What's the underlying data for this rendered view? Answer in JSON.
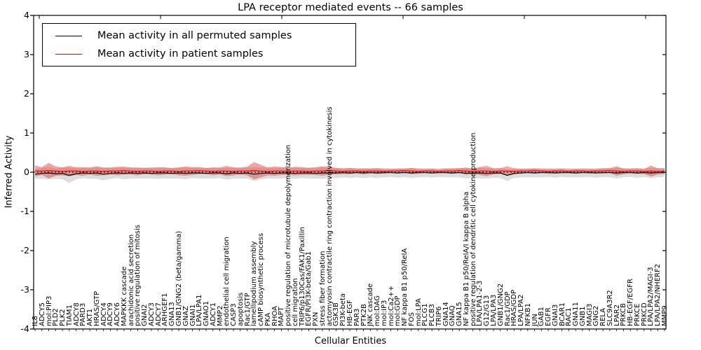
{
  "title": "LPA receptor mediated events -- 66 samples",
  "axes": {
    "ylabel": "Inferred Activity",
    "xlabel": "Cellular Entities",
    "yticks": [
      "4",
      "3",
      "2",
      "1",
      "0",
      "-1",
      "-2",
      "-3",
      "-4"
    ],
    "ylim": [
      -4,
      4
    ]
  },
  "legend": {
    "items": [
      {
        "label": "Mean activity in all permuted samples",
        "color": "#000000"
      },
      {
        "label": "Mean activity in patient samples",
        "color": "#ff0000"
      }
    ]
  },
  "chart_data": {
    "type": "line",
    "title": "LPA receptor mediated events -- 66 samples",
    "xlabel": "Cellular Entities",
    "ylabel": "Inferred Activity",
    "ylim": [
      -4,
      4
    ],
    "grid": false,
    "legend_position": "upper left",
    "zero_line": true,
    "categories": [
      "IL8",
      "ADCY5",
      "mol:PIP3",
      "PLD2",
      "PLK2",
      "TIAM1",
      "ADCY8",
      "PARD3",
      "AKT1",
      "HRAS/GTP",
      "ADCY4",
      "ADCY9",
      "ADCY6",
      "MAPKKK cascade",
      "arachidonic acid secretion",
      "positive regulation of mitosis",
      "GNAI2",
      "ADCY3",
      "ADCY7",
      "ARHGEF1",
      "GNA13",
      "GNB1/GNG2 (beta/gamma)",
      "GNAZ",
      "GNAI1",
      "LPA/LPA1",
      "GNAO1",
      "ADCY1",
      "MMP2",
      "endothelial cell migration",
      "CASP3",
      "apoptosis",
      "Rac1/GTP",
      "lamellipodium assembly",
      "cAMP biosynthetic process",
      "PKA",
      "RHOA",
      "MAPT",
      "positive regulation of microtubule depolymerization",
      "cell migration",
      "TRIP6/p130Cas/FAK1/Paxillin",
      "EGFR/PI3K-beta/Gab1",
      "PXN",
      "stress fiber formation",
      "actomyosin contractile ring contraction involved in cytokinesis",
      "GSK3B",
      "PI3K-beta",
      "HB-EGF",
      "PAR3",
      "PTK2B",
      "JNK cascade",
      "mol:DAG",
      "mol:IP3",
      "mol:Ca2++",
      "mol:GDP",
      "NF kappa B1 p50/RelA",
      "FOS",
      "mol:LPA",
      "PLCG1",
      "PLCB3",
      "TRIP6",
      "GNA14",
      "GNAQ",
      "GNA15",
      "NF kappa B1 p50/RelA/I kappa B alpha",
      "positive regulation of dendritic cell cytokine production",
      "LPA/LPA1-2-3",
      "G12/G13",
      "LPA/LPA3",
      "GNB1/GNG2",
      "Rac1/GDP",
      "HRAS/GDP",
      "LPA/LPA2",
      "NFKB1",
      "JUN",
      "GAB1",
      "EGFR",
      "GNAI3",
      "BCAR1",
      "RAC1",
      "GNA11",
      "GNB1",
      "MAGI3",
      "GNG2",
      "RELA",
      "SLC9A3R2",
      "LPAR2",
      "PRKCB",
      "HB-EGF/EGFR",
      "PRKCE",
      "PRKCD",
      "LPA/LPA2/MAGI-3",
      "LPA/LPA2/NHERF2",
      "MMP9"
    ],
    "series": [
      {
        "name": "Mean activity in all permuted samples",
        "color": "#000000",
        "values": [
          -0.05,
          -0.03,
          -0.02,
          -0.04,
          -0.03,
          -0.08,
          -0.04,
          -0.02,
          -0.03,
          -0.02,
          -0.05,
          -0.03,
          -0.02,
          -0.03,
          -0.02,
          -0.03,
          -0.02,
          -0.03,
          -0.02,
          -0.02,
          -0.03,
          -0.02,
          -0.03,
          -0.02,
          -0.02,
          -0.03,
          -0.02,
          -0.02,
          -0.04,
          -0.02,
          -0.03,
          -0.02,
          -0.05,
          -0.03,
          -0.02,
          -0.03,
          -0.02,
          -0.02,
          -0.03,
          -0.02,
          -0.02,
          -0.03,
          -0.02,
          -0.02,
          -0.02,
          -0.01,
          -0.02,
          -0.01,
          -0.02,
          -0.01,
          -0.02,
          -0.01,
          -0.01,
          -0.02,
          -0.01,
          -0.02,
          -0.01,
          -0.01,
          -0.02,
          -0.01,
          -0.01,
          -0.02,
          -0.01,
          -0.03,
          -0.02,
          -0.02,
          -0.03,
          -0.02,
          -0.02,
          -0.08,
          -0.03,
          -0.02,
          -0.01,
          -0.02,
          -0.01,
          -0.01,
          -0.02,
          -0.01,
          -0.01,
          -0.02,
          -0.01,
          -0.01,
          -0.02,
          -0.01,
          -0.01,
          -0.02,
          -0.01,
          -0.01,
          -0.02,
          -0.01,
          -0.02,
          -0.01,
          -0.01
        ]
      },
      {
        "name": "Mean activity in patient samples",
        "color": "#ff0000",
        "values": [
          0.03,
          0.03,
          0.04,
          0.03,
          0.02,
          0.03,
          0.03,
          0.02,
          0.03,
          0.03,
          0.02,
          0.03,
          0.03,
          0.04,
          0.03,
          0.02,
          0.03,
          0.03,
          0.02,
          0.03,
          0.03,
          0.02,
          0.03,
          0.03,
          0.04,
          0.03,
          0.02,
          0.03,
          0.03,
          0.02,
          0.03,
          0.03,
          0.04,
          0.03,
          0.02,
          0.03,
          0.03,
          0.02,
          0.03,
          0.03,
          0.02,
          0.03,
          0.03,
          0.04,
          0.03,
          0.02,
          0.03,
          0.03,
          0.02,
          0.03,
          0.03,
          0.02,
          0.03,
          0.03,
          0.04,
          0.03,
          0.02,
          0.03,
          0.03,
          0.02,
          0.03,
          0.03,
          0.04,
          0.03,
          0.02,
          0.03,
          0.03,
          0.02,
          0.03,
          0.03,
          0.02,
          0.03,
          0.03,
          0.04,
          0.03,
          0.02,
          0.03,
          0.03,
          0.02,
          0.03,
          0.03,
          0.02,
          0.03,
          0.03,
          0.04,
          0.03,
          0.02,
          0.03,
          0.03,
          0.02,
          0.03,
          0.02,
          0.03
        ]
      }
    ],
    "bands": [
      {
        "name": "permuted samples range",
        "fill": "#b4b4b4",
        "opacity": 0.45,
        "center_series": 0,
        "half_widths": [
          0.12,
          0.14,
          0.16,
          0.13,
          0.15,
          0.2,
          0.14,
          0.13,
          0.14,
          0.15,
          0.16,
          0.14,
          0.13,
          0.15,
          0.14,
          0.13,
          0.14,
          0.13,
          0.15,
          0.14,
          0.13,
          0.14,
          0.15,
          0.13,
          0.14,
          0.13,
          0.14,
          0.13,
          0.15,
          0.14,
          0.13,
          0.14,
          0.18,
          0.15,
          0.14,
          0.13,
          0.14,
          0.13,
          0.14,
          0.13,
          0.14,
          0.13,
          0.15,
          0.14,
          0.13,
          0.12,
          0.13,
          0.12,
          0.13,
          0.12,
          0.13,
          0.12,
          0.11,
          0.12,
          0.11,
          0.13,
          0.12,
          0.11,
          0.12,
          0.11,
          0.12,
          0.11,
          0.12,
          0.13,
          0.12,
          0.14,
          0.13,
          0.12,
          0.13,
          0.14,
          0.12,
          0.11,
          0.12,
          0.11,
          0.12,
          0.11,
          0.12,
          0.11,
          0.12,
          0.11,
          0.12,
          0.11,
          0.12,
          0.11,
          0.12,
          0.14,
          0.12,
          0.11,
          0.12,
          0.11,
          0.13,
          0.12,
          0.11
        ]
      },
      {
        "name": "patient samples range",
        "fill": "#dc3c32",
        "opacity": 0.45,
        "center_series": 1,
        "half_widths": [
          0.14,
          0.1,
          0.2,
          0.12,
          0.1,
          0.13,
          0.1,
          0.11,
          0.09,
          0.12,
          0.1,
          0.09,
          0.11,
          0.1,
          0.09,
          0.1,
          0.08,
          0.09,
          0.1,
          0.09,
          0.08,
          0.1,
          0.12,
          0.1,
          0.09,
          0.08,
          0.1,
          0.09,
          0.13,
          0.1,
          0.09,
          0.11,
          0.22,
          0.16,
          0.1,
          0.12,
          0.1,
          0.09,
          0.11,
          0.1,
          0.09,
          0.1,
          0.12,
          0.1,
          0.08,
          0.07,
          0.08,
          0.06,
          0.07,
          0.06,
          0.07,
          0.06,
          0.05,
          0.06,
          0.05,
          0.08,
          0.06,
          0.05,
          0.06,
          0.05,
          0.06,
          0.07,
          0.06,
          0.09,
          0.07,
          0.1,
          0.13,
          0.08,
          0.07,
          0.12,
          0.08,
          0.06,
          0.05,
          0.06,
          0.05,
          0.06,
          0.05,
          0.06,
          0.05,
          0.06,
          0.05,
          0.06,
          0.05,
          0.07,
          0.06,
          0.12,
          0.07,
          0.06,
          0.07,
          0.06,
          0.14,
          0.08,
          0.07
        ]
      }
    ]
  }
}
